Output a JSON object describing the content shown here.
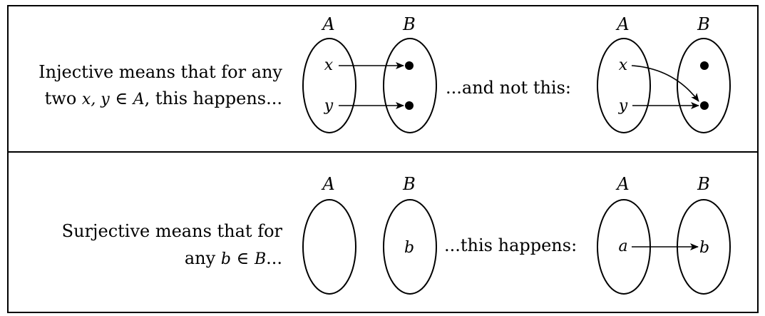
{
  "injective": {
    "line1": "Injective means that for any",
    "line2_prefix": "two ",
    "line2_vars": "x, y",
    "line2_in": " ∈ ",
    "line2_set": "A",
    "line2_suffix": ", this happens...",
    "connector": "...and not this:",
    "left": {
      "set_a": "A",
      "set_b": "B",
      "elem_x": "x",
      "elem_y": "y"
    },
    "right": {
      "set_a": "A",
      "set_b": "B",
      "elem_x": "x",
      "elem_y": "y"
    }
  },
  "surjective": {
    "line1": "Surjective means that for",
    "line2_prefix": "any ",
    "line2_var": "b",
    "line2_in": " ∈ ",
    "line2_set": "B",
    "line2_suffix": "...",
    "connector": "...this happens:",
    "left": {
      "set_a": "A",
      "set_b": "B",
      "elem_b": "b"
    },
    "right": {
      "set_a": "A",
      "set_b": "B",
      "elem_a": "a",
      "elem_b": "b"
    }
  }
}
